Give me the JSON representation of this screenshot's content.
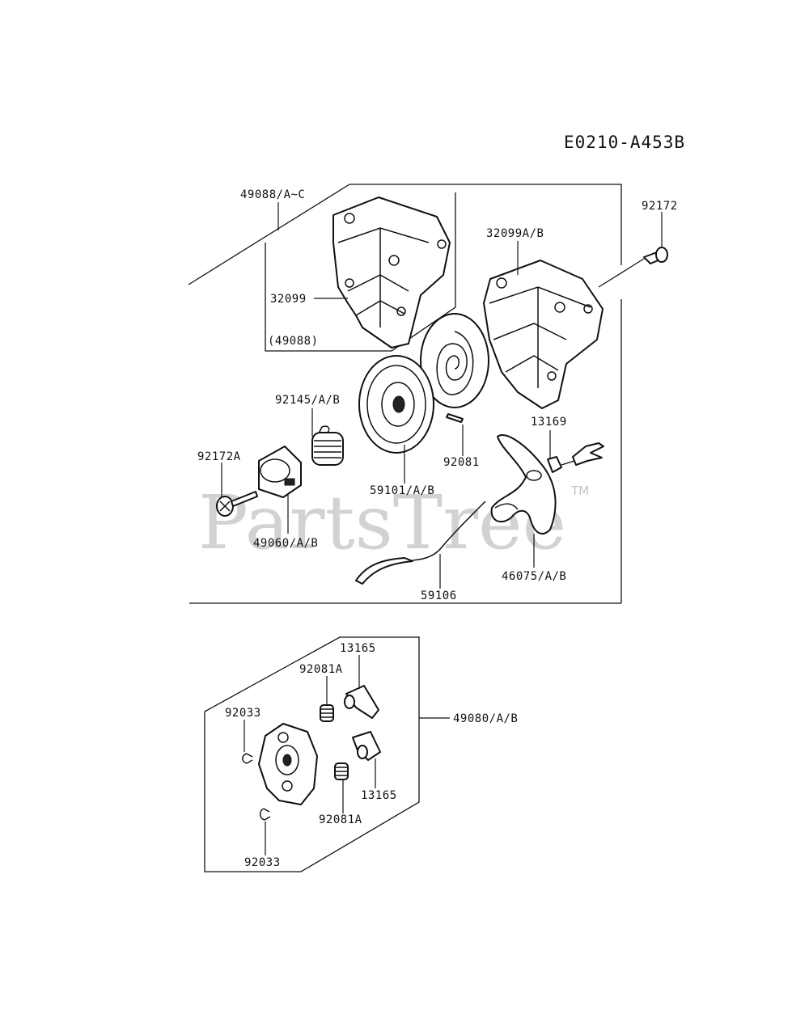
{
  "diagram_code": "E0210-A453B",
  "watermark": {
    "text": "PartsTree",
    "trademark": "TM"
  },
  "labels": {
    "p49088": "49088/A~C",
    "p32099": "32099",
    "p49088_sub": "(49088)",
    "p32099ab": "32099A/B",
    "p92172": "92172",
    "p92145": "92145/A/B",
    "p92172a": "92172A",
    "p49060": "49060/A/B",
    "p59101": "59101/A/B",
    "p92081": "92081",
    "p13169": "13169",
    "p46075": "46075/A/B",
    "p59106": "59106",
    "p13165_top": "13165",
    "p92081a_top": "92081A",
    "p92033_top": "92033",
    "p49080": "49080/A/B",
    "p13165_bottom": "13165",
    "p92081a_bottom": "92081A",
    "p92033_bottom": "92033"
  }
}
